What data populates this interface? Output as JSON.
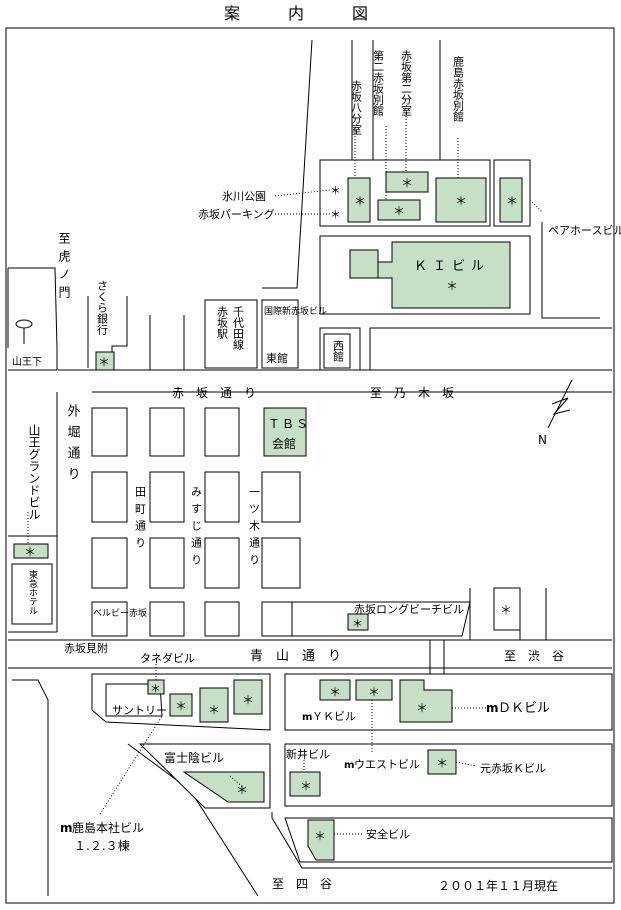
{
  "title": "案　　　内　　　図",
  "date": "２００１年１１月現在",
  "marker": "＊",
  "north": "N",
  "roads": {
    "akasaka_dori": "赤　坂　通　り",
    "nogizaka": "至　乃　木　坂",
    "aoyama_dori": "青　山　通　り",
    "shibuya": "至　渋　谷",
    "yotsuya": "至　四　谷",
    "toranomon": "至虎ノ門",
    "sotobori": "外堀通り",
    "tamachi": "田町通り",
    "misuji": "みすじ通り",
    "hitotsugi": "一ツ木通り",
    "sanno_shita": "山王下",
    "akasaka_mitsuke": "赤坂見附"
  },
  "buildings": {
    "bekkan2": "第二赤坂別館",
    "bunshitsu2": "赤坂第二分室",
    "kajima_bekkan": "鹿島赤坂別館",
    "bunshitsu8": "赤坂八分室",
    "hikawa": "氷川公園",
    "parking": "赤坂パーキング",
    "pair_horse": "ペアホースビル",
    "ki": "ＫＩビル",
    "sakura": "さくら銀行",
    "akasaka_eki": "赤坂駅",
    "chiyoda": "千代田線",
    "kokusai": "国際新赤坂ビル",
    "higashi": "東館",
    "nishi": "西館",
    "tbs1": "ＴＢＳ",
    "tbs2": "会館",
    "sanno": "山王グランドビル",
    "tokyu": "東急ホテル",
    "bellbie": "ベルビー赤坂",
    "long_beach": "赤坂ロングビーチビル",
    "taneda": "タネダビル",
    "suntory": "サントリー",
    "yk": "ＹＫビル",
    "dk": "ＤＫビル",
    "fujikage": "富士陰ビル",
    "arai": "新井ビル",
    "west": "ウエストビル",
    "moto": "元赤坂Ｋビル",
    "anzen": "安全ビル",
    "honsha1": "鹿島本社ビル",
    "honsha2": "１.２.３棟"
  },
  "logo": "m"
}
